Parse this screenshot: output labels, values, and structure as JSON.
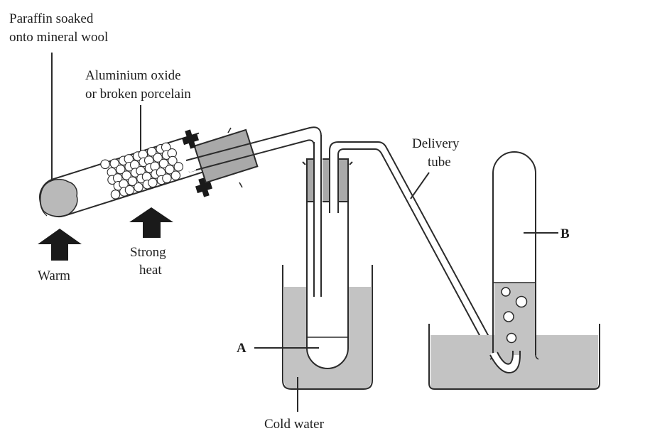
{
  "diagram": {
    "title": "Cracking of paraffin apparatus",
    "colors": {
      "liquid": "#c3c3c3",
      "stopper": "#a9a9a9",
      "wool": "#b9b9b9",
      "stroke": "#2b2b2b",
      "arrow": "#1a1a1a"
    },
    "labels": {
      "paraffin_line1": "Paraffin soaked",
      "paraffin_line2": "onto mineral wool",
      "catalyst_line1": "Aluminium oxide",
      "catalyst_line2": "or broken porcelain",
      "warm": "Warm",
      "strong_line1": "Strong",
      "strong_line2": "heat",
      "delivery_line1": "Delivery",
      "delivery_line2": "tube",
      "label_a": "A",
      "label_b": "B",
      "cold_water": "Cold water"
    }
  }
}
